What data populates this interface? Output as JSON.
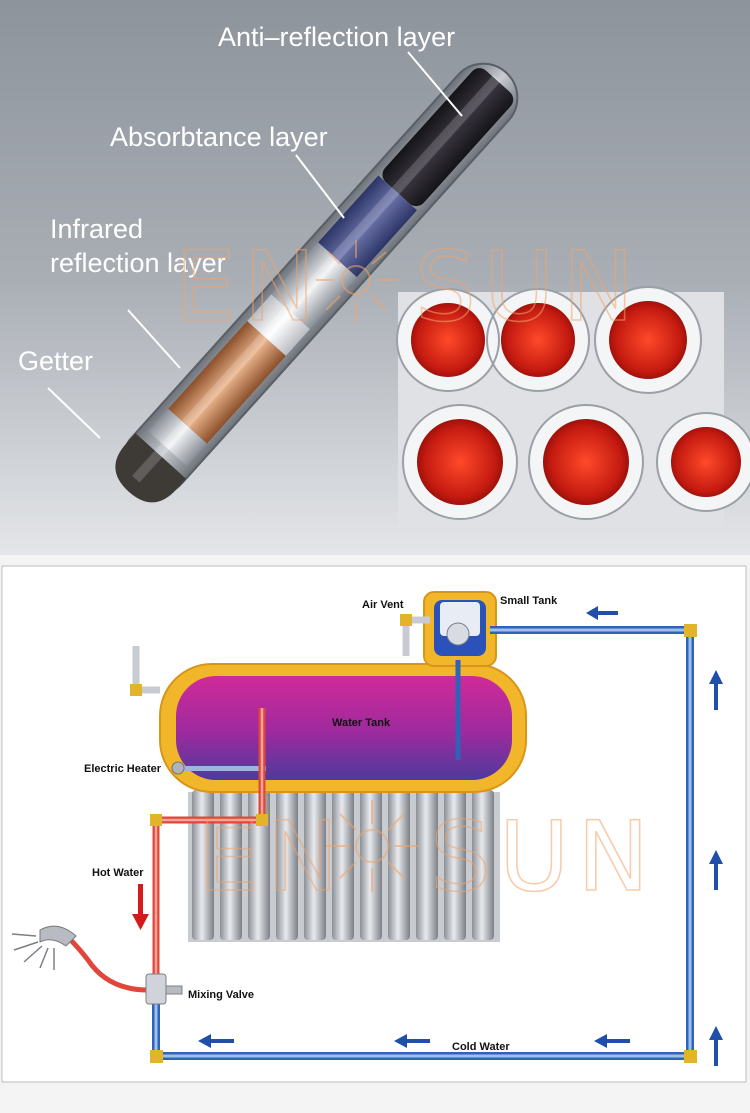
{
  "top_labels": {
    "anti_reflection": "Anti–reflection layer",
    "absorbtance": "Absorbtance layer",
    "infrared_line1": "Infrared",
    "infrared_line2": "reflection layer",
    "getter": "Getter"
  },
  "bottom_labels": {
    "air_vent": "Air Vent",
    "small_tank": "Small Tank",
    "water_tank": "Water Tank",
    "electric_heater": "Electric Heater",
    "hot_water": "Hot Water",
    "mixing_valve": "Mixing Valve",
    "cold_water": "Cold Water"
  },
  "watermark": {
    "left": "EN",
    "right": "SUN"
  },
  "colors": {
    "top_background": "#9aa0a8",
    "cold_pipe": "#2f63b8",
    "hot_pipe": "#e0463a",
    "tank_frame": "#f2b62a",
    "tank_fill_top": "#c8289a",
    "tank_fill_bottom": "#5a3a9a",
    "arrow_blue": "#1f4fa8",
    "arrow_red": "#d41a1a",
    "watermark": "#f2a46a"
  }
}
